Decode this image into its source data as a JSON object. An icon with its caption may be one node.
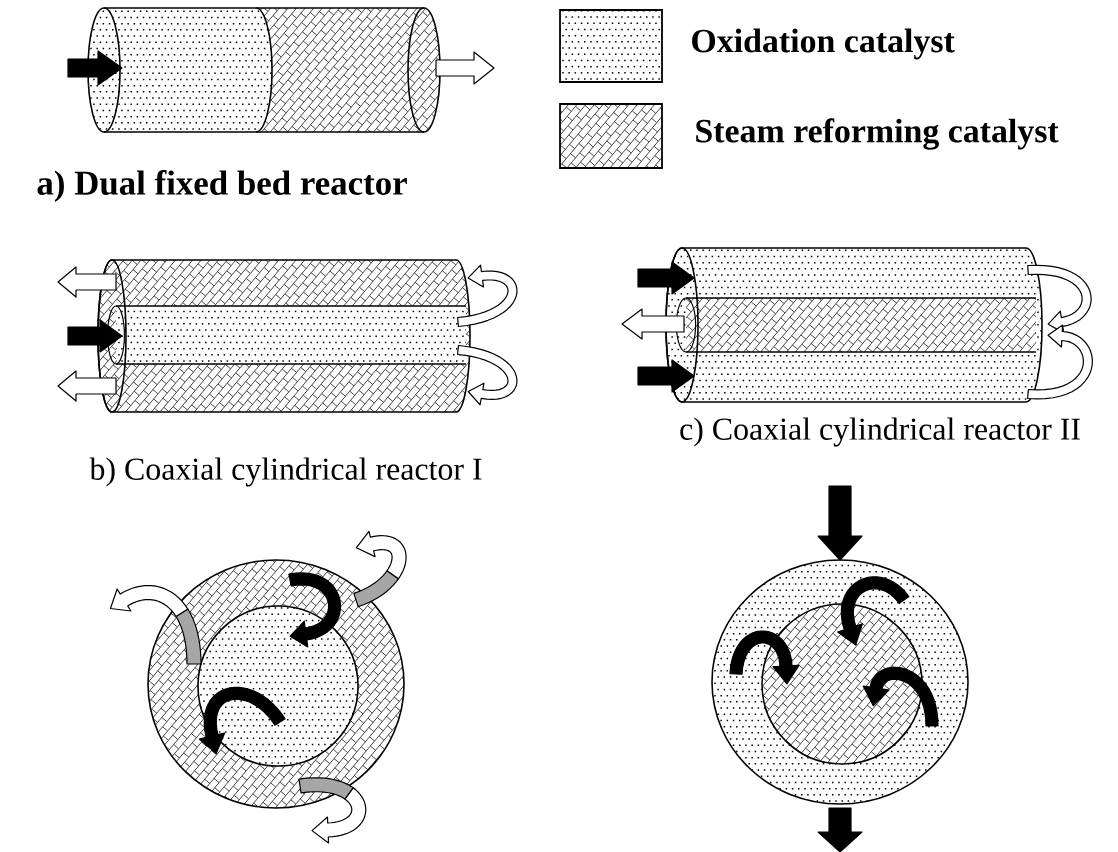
{
  "diagram": {
    "labels": [
      "a) Dual fixed bed reactor",
      "b) Coaxial cylindrical reactor I",
      "c) Coaxial cylindrical reactor II"
    ],
    "legend": [
      {
        "text": "Oxidation catalyst"
      },
      {
        "text": "Steam reforming catalyst"
      }
    ]
  }
}
